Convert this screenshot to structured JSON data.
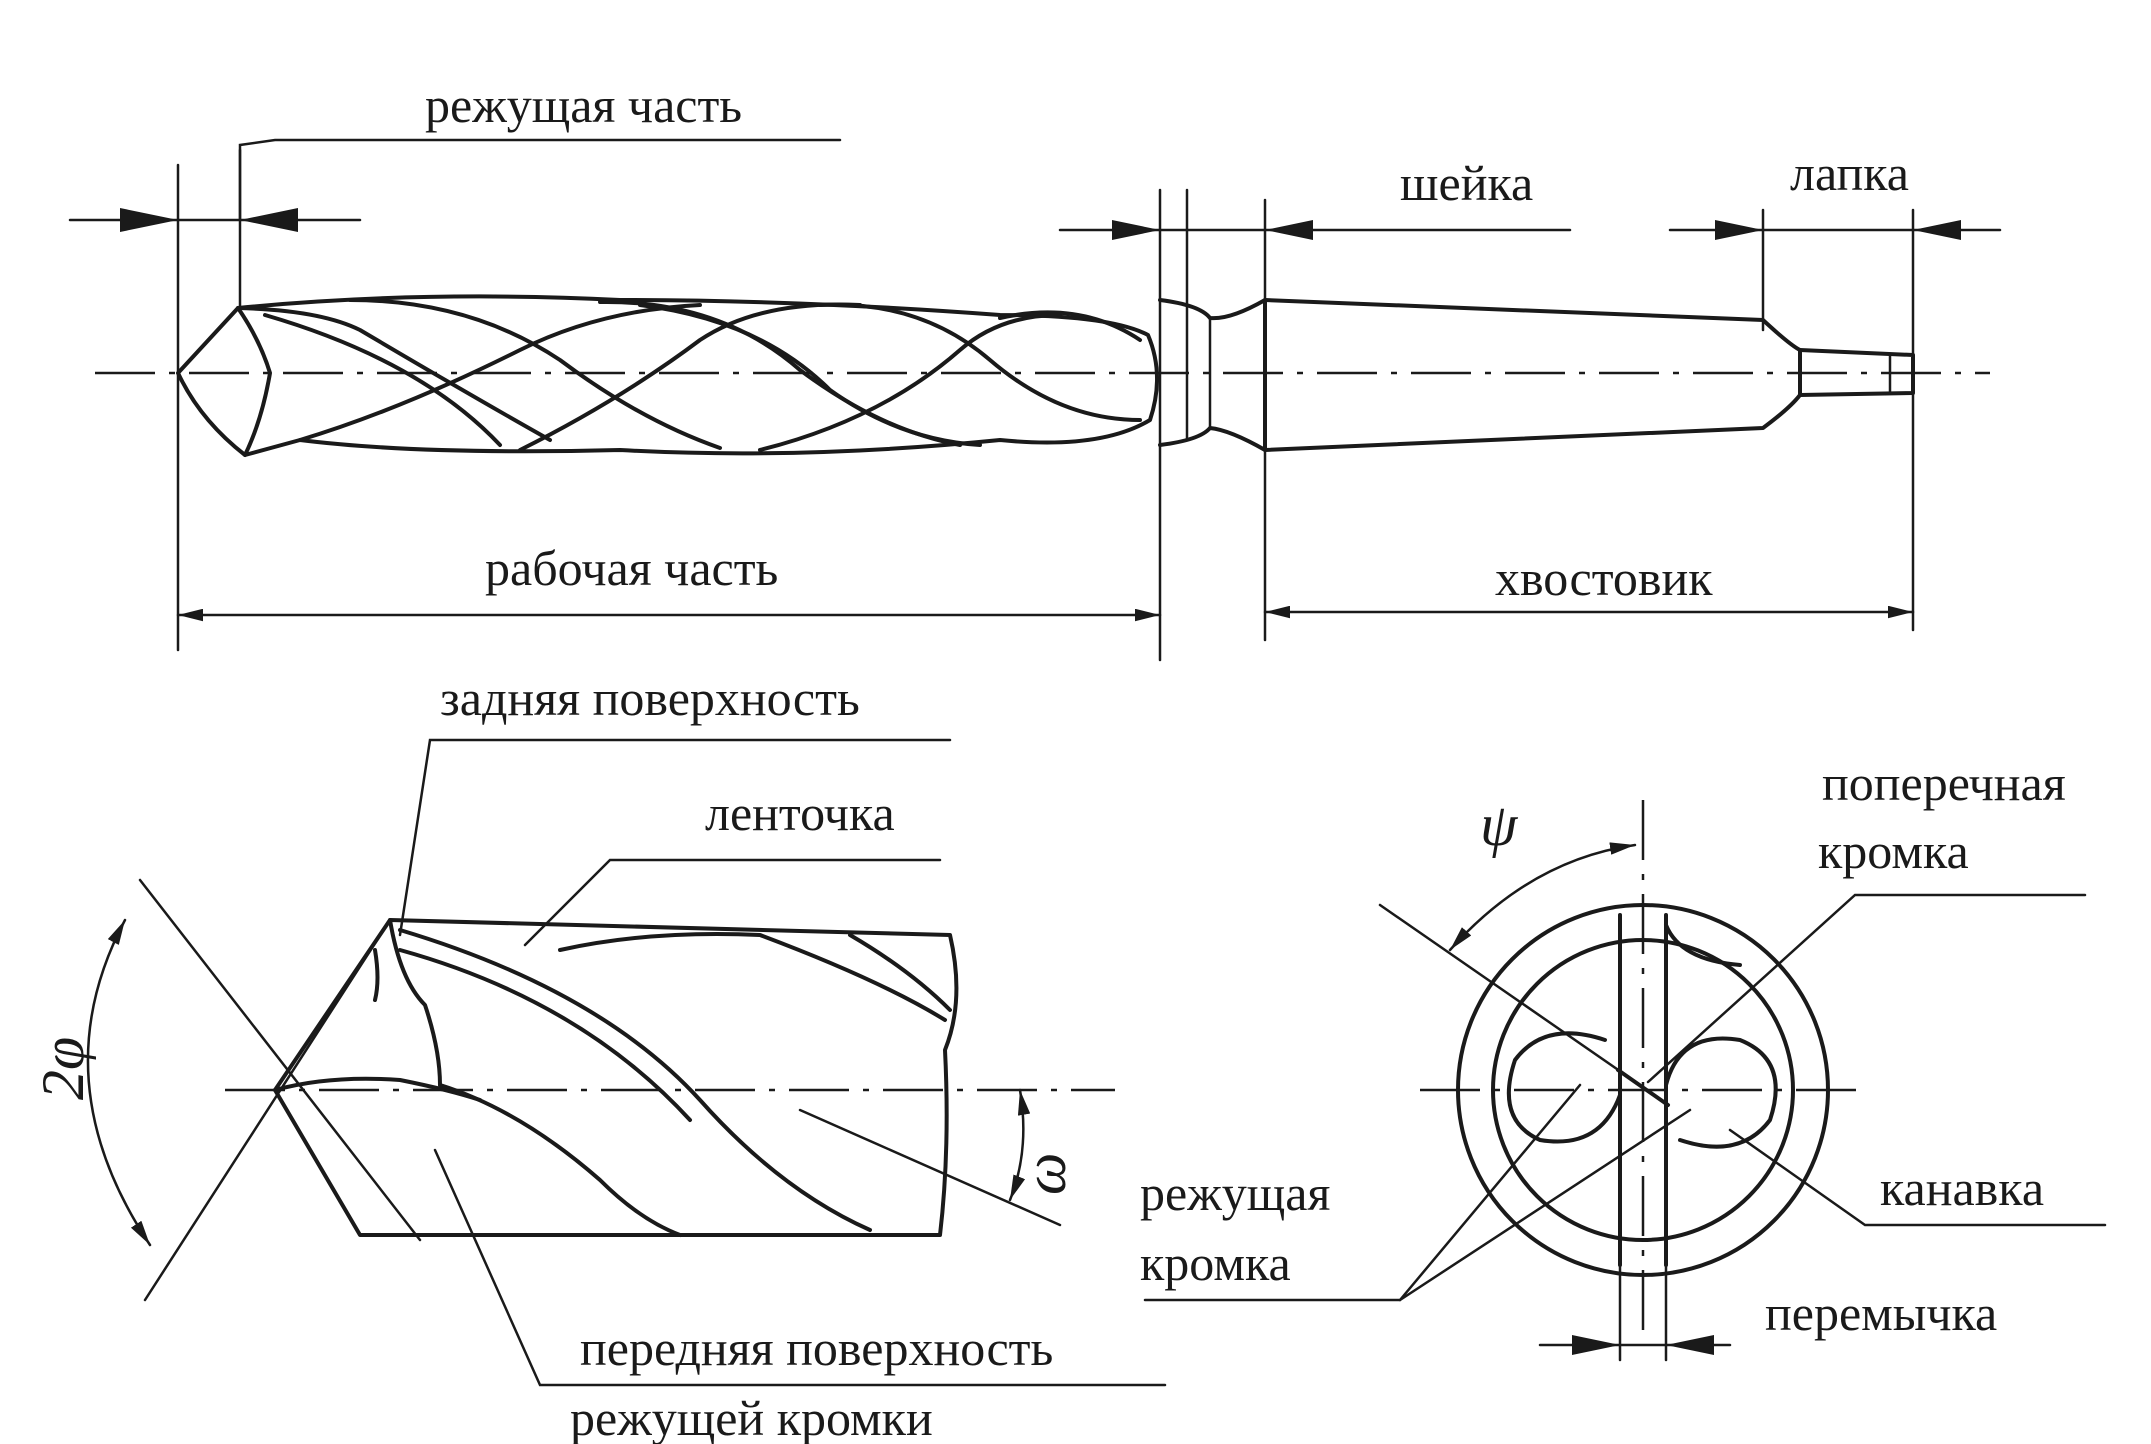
{
  "labels": {
    "cutting_part": "режущая часть",
    "neck": "шейка",
    "tang": "лапка",
    "working_part": "рабочая часть",
    "shank": "хвостовик",
    "flank_surface": "задняя поверхность",
    "margin": "ленточка",
    "rake_surface_line1": "передняя поверхность",
    "rake_surface_line2": "режущей кромки",
    "transverse_edge_line1": "поперечная",
    "transverse_edge_line2": "кромка",
    "cutting_edge_line1": "режущая",
    "cutting_edge_line2": "кромка",
    "flute": "канавка",
    "web": "перемычка"
  },
  "symbols": {
    "point_angle": "2φ",
    "helix_angle": "ω",
    "chisel_angle": "ψ"
  }
}
